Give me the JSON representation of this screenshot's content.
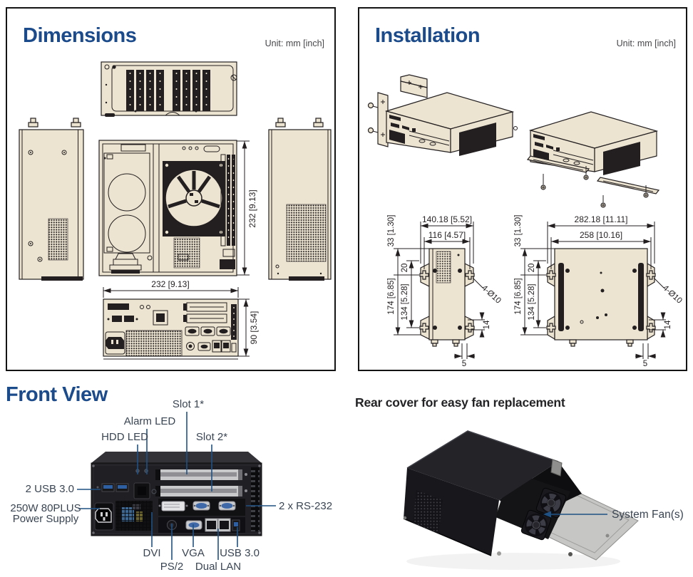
{
  "colors": {
    "heading_blue": "#1c4b8c",
    "chassis_beige": "#ece4d1",
    "line_dark": "#231f20",
    "callout_blue": "#1f5184",
    "label_text": "#3a4553"
  },
  "dimensions_panel": {
    "title": "Dimensions",
    "unit": "Unit: mm [inch]",
    "side_height": "232 [9.13]",
    "front_width": "232 [9.13]",
    "front_height": "90 [3.54]"
  },
  "installation_panel": {
    "title": "Installation",
    "unit": "Unit: mm [inch]",
    "wall_mount": {
      "width_outer": "140.18 [5.52]",
      "width_inner": "116 [4.57]",
      "top_offset": "33 [1.30]",
      "hole_inset": "20",
      "height_outer": "174 [6.85]",
      "height_inner": "134 [5.28]",
      "hole_dia": "4-Ø10",
      "side_offset": "14",
      "edge_gap": "5"
    },
    "desk_mount": {
      "width_outer": "282.18 [11.11]",
      "width_inner": "258 [10.16]",
      "top_offset": "33 [1.30]",
      "hole_inset": "20",
      "height_outer": "174 [6.85]",
      "height_inner": "134 [5.28]",
      "hole_dia": "4-Ø10",
      "side_offset": "14",
      "edge_gap": "5"
    }
  },
  "front_view": {
    "title": "Front View",
    "labels": {
      "slot1": "Slot 1*",
      "alarm_led": "Alarm LED",
      "hdd_led": "HDD LED",
      "slot2": "Slot 2*",
      "usb_front": "2 USB 3.0",
      "psu_line1": "250W 80PLUS",
      "psu_line2": "Power Supply",
      "rs232": "2 x RS-232",
      "dvi": "DVI",
      "ps2": "PS/2",
      "vga": "VGA",
      "dual_lan": "Dual LAN",
      "usb_io": "USB 3.0"
    }
  },
  "rear_view": {
    "title": "Rear cover for easy fan replacement",
    "fan_label": "System Fan(s)"
  }
}
